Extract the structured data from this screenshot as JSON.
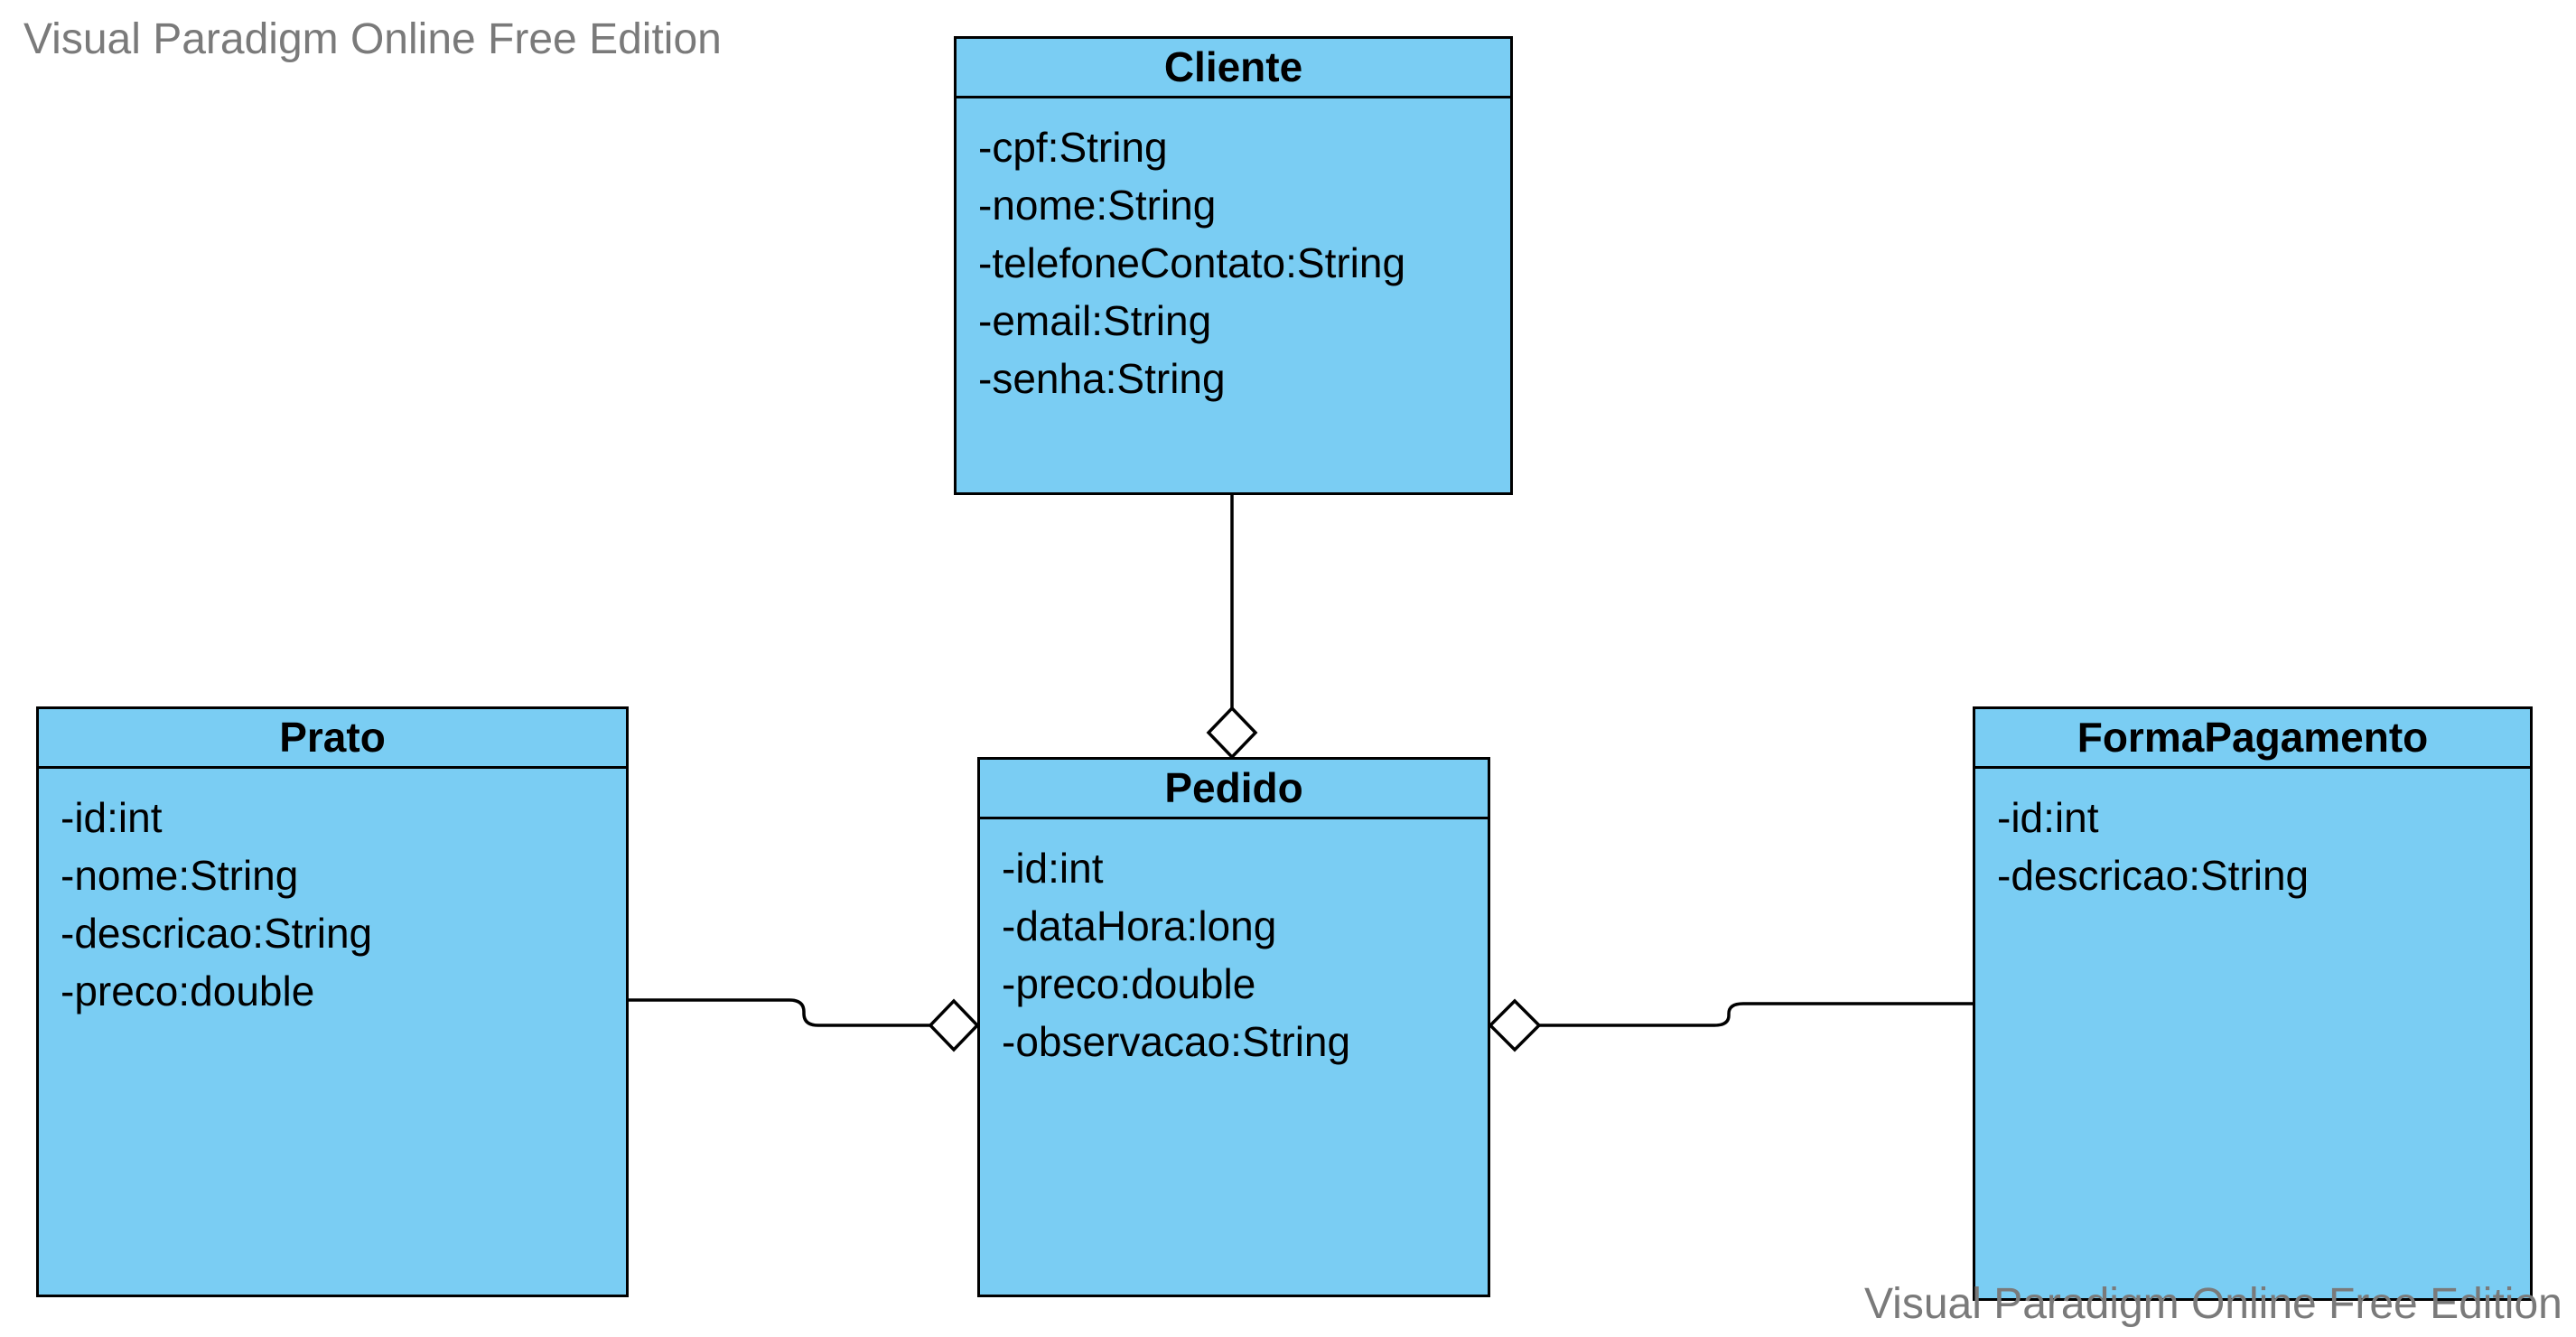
{
  "watermark": {
    "top_text": "Visual Paradigm Online Free Edition",
    "bottom_text": "Visual Paradigm Online Free Edition"
  },
  "classes": {
    "cliente": {
      "name": "Cliente",
      "attributes": [
        "-cpf:String",
        "-nome:String",
        "-telefoneContato:String",
        "-email:String",
        "-senha:String"
      ]
    },
    "prato": {
      "name": "Prato",
      "attributes": [
        "-id:int",
        "-nome:String",
        "-descricao:String",
        "-preco:double"
      ]
    },
    "pedido": {
      "name": "Pedido",
      "attributes": [
        "-id:int",
        "-dataHora:long",
        "-preco:double",
        "-observacao:String"
      ]
    },
    "forma_pagamento": {
      "name": "FormaPagamento",
      "attributes": [
        "-id:int",
        "-descricao:String"
      ]
    }
  },
  "associations": [
    {
      "from": "Cliente",
      "to": "Pedido",
      "type": "aggregation"
    },
    {
      "from": "Prato",
      "to": "Pedido",
      "type": "aggregation"
    },
    {
      "from": "FormaPagamento",
      "to": "Pedido",
      "type": "aggregation"
    }
  ],
  "colors": {
    "class_fill": "#7acdf3",
    "border": "#000000",
    "watermark": "#7a7a7a"
  }
}
